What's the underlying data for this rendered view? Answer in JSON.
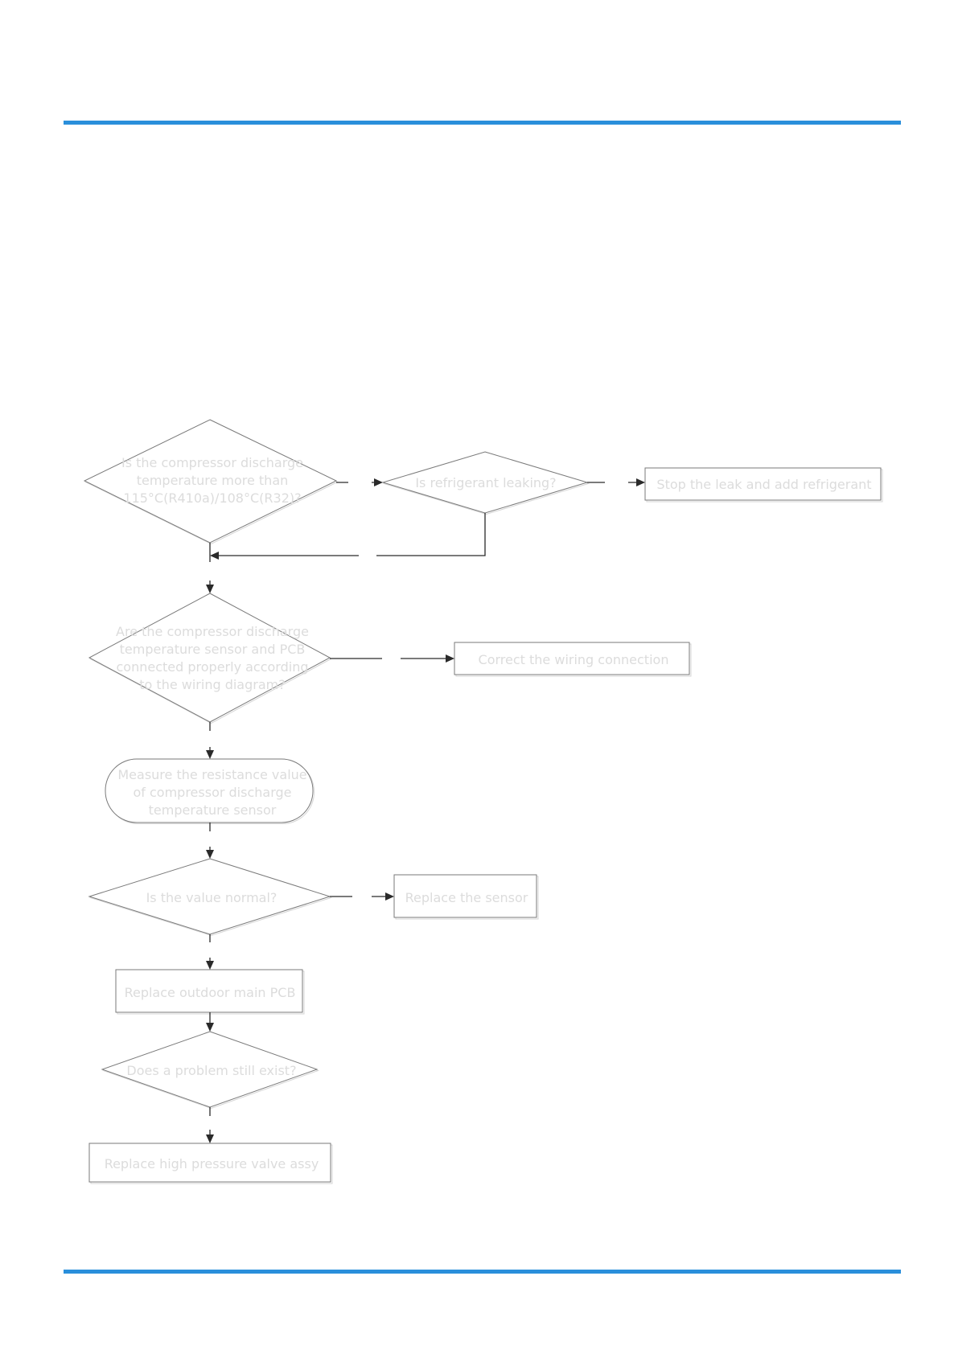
{
  "colors": {
    "rule": "#2a8fdb",
    "shape_stroke": "#7a7a7a",
    "label_text": "#dcdcdc",
    "connector": "#2a2a2a"
  },
  "flow": {
    "q_temp": {
      "lines": [
        "Is the compressor discharge",
        "temperature more than",
        "115°C(R410a)/108°C(R32)?"
      ]
    },
    "q_leak": {
      "lines": [
        "Is refrigerant leaking?"
      ]
    },
    "a_stop_leak": {
      "lines": [
        "Stop the leak and add refrigerant"
      ]
    },
    "q_wiring": {
      "lines": [
        "Are the compressor discharge",
        "temperature sensor and PCB",
        "connected properly according",
        "to the wiring diagram?"
      ]
    },
    "a_correct_wiring": {
      "lines": [
        "Correct the wiring connection"
      ]
    },
    "s_measure": {
      "lines": [
        "Measure the resistance value",
        "of compressor discharge",
        "temperature sensor"
      ]
    },
    "q_value": {
      "lines": [
        "Is the value normal?"
      ]
    },
    "a_replace_sensor": {
      "lines": [
        "Replace the  sensor"
      ]
    },
    "a_replace_pcb": {
      "lines": [
        "Replace outdoor main PCB"
      ]
    },
    "q_problem": {
      "lines": [
        "Does a problem still exist?"
      ]
    },
    "a_replace_valve": {
      "lines": [
        "Replace high pressure valve assy"
      ]
    }
  }
}
